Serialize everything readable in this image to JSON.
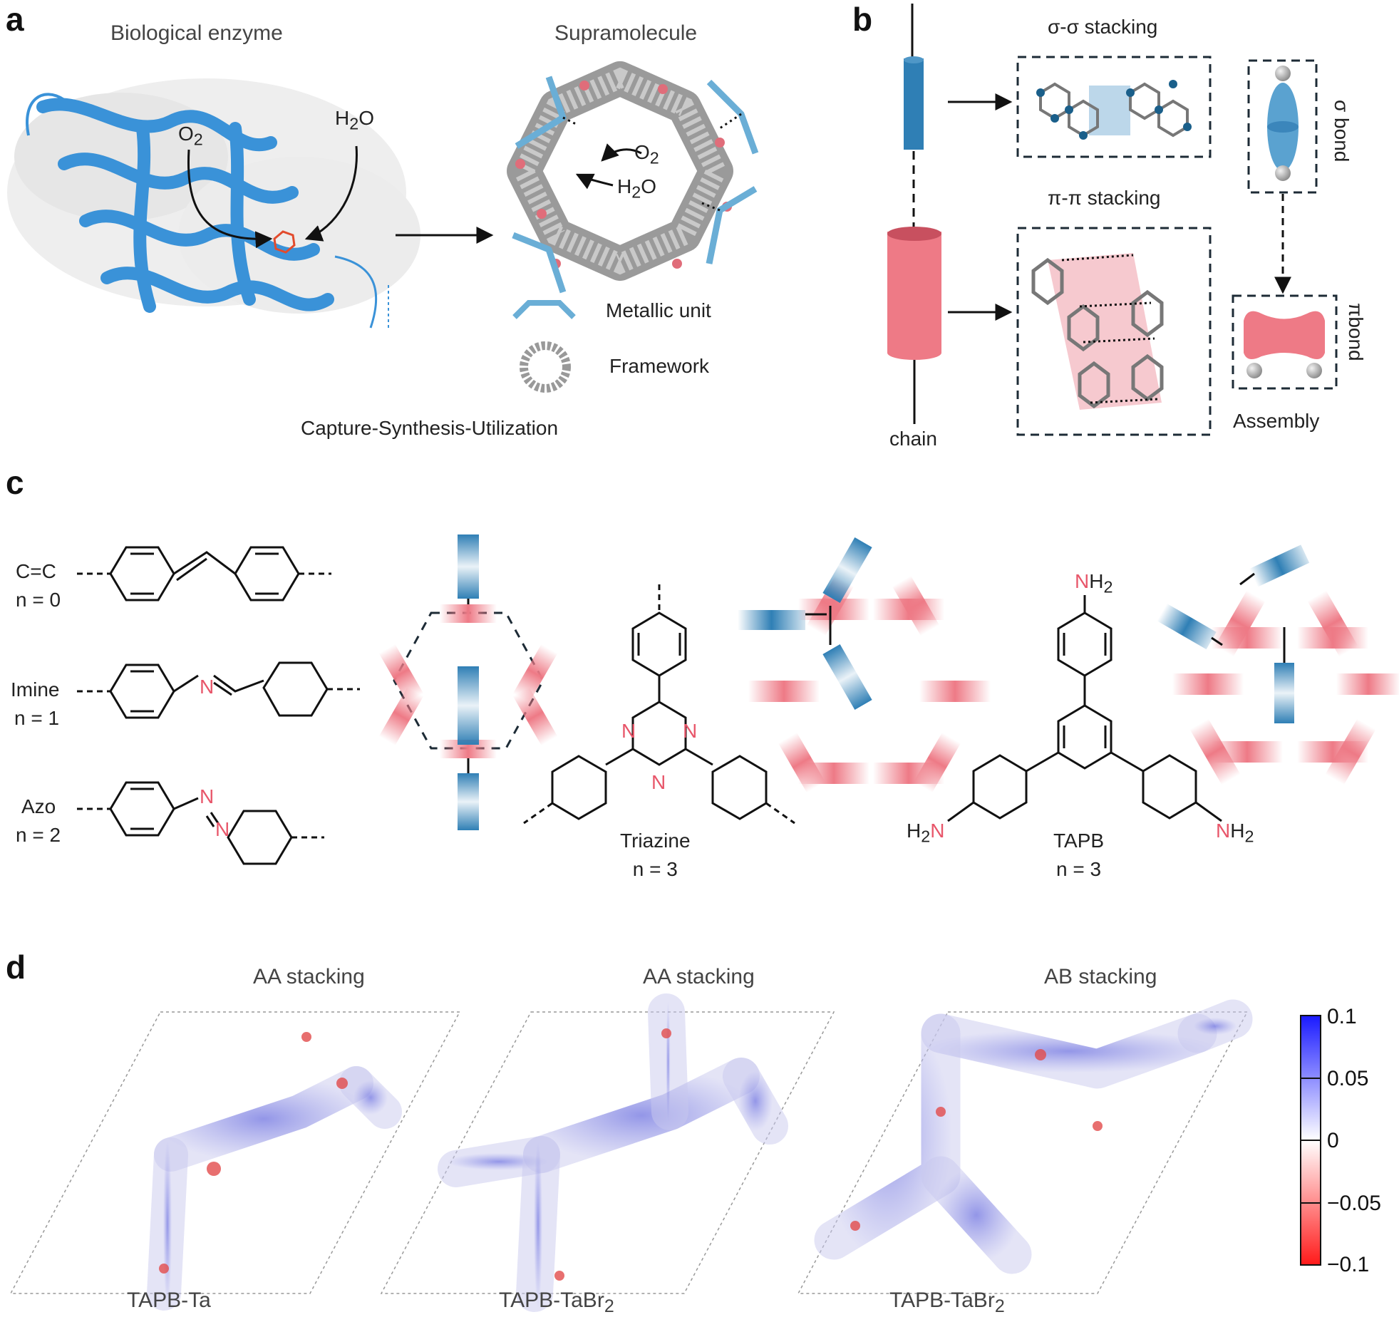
{
  "panels": {
    "a": {
      "letter": "a",
      "title_left": "Biological enzyme",
      "title_right": "Supramolecule",
      "o2_label": "O",
      "o2_sub": "2",
      "h2o_label_h": "H",
      "h2o_label_sub": "2",
      "h2o_label_o": "O",
      "legend_metal": "Metallic unit",
      "legend_framework": "Framework",
      "caption": "Capture-Synthesis-Utilization"
    },
    "b": {
      "letter": "b",
      "sigma_stacking": "σ-σ stacking",
      "pi_stacking": "π-π stacking",
      "sigma_bond": "σ bond",
      "pi_bond": "πbond",
      "assembly": "Assembly",
      "chain": "chain"
    },
    "c": {
      "letter": "c",
      "linkers": [
        {
          "name": "C=C",
          "n": "n = 0"
        },
        {
          "name": "Imine",
          "n": "n = 1"
        },
        {
          "name": "Azo",
          "n": "n = 2"
        }
      ],
      "atom_n": "N",
      "triazine_name": "Triazine",
      "triazine_n": "n = 3",
      "tapb_name": "TAPB",
      "tapb_n": "n = 3",
      "nh2_h": "H",
      "nh2_sub": "2"
    },
    "d": {
      "letter": "d",
      "stacking": [
        "AA stacking",
        "AA stacking",
        "AB stacking"
      ],
      "names": [
        "TAPB-Ta",
        "TAPB-TaBr",
        "TAPB-TaBr"
      ],
      "name_subs": [
        "",
        "2",
        "2"
      ],
      "colorbar_ticks": [
        "0.1",
        "0.05",
        "0",
        "−0.05",
        "−0.1"
      ],
      "colors": {
        "positive": "#1a1aff",
        "neutral": "#ffffff",
        "negative": "#ff1a1a"
      }
    }
  },
  "colors": {
    "blue": "#2f7fb5",
    "pink": "#ee7a86",
    "ribbon": "#3a92d8",
    "nitrogen": "#e8566a"
  }
}
